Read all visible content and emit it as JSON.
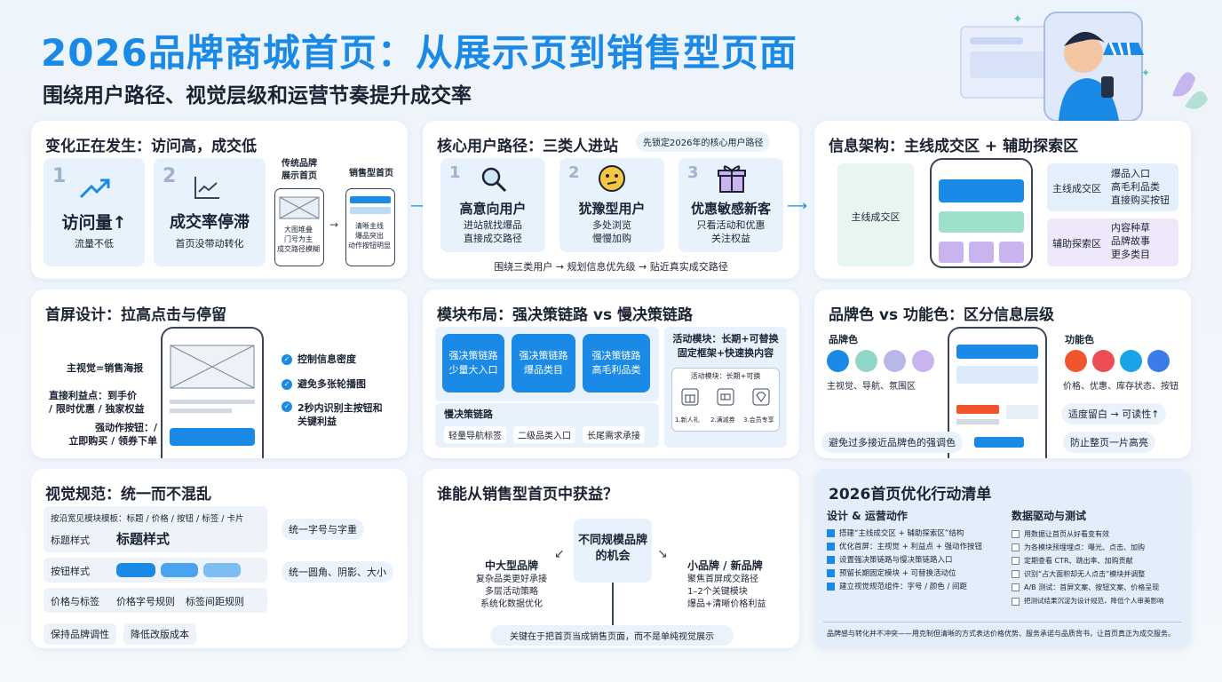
{
  "header": {
    "title": "2026品牌商城首页：从展示页到销售型页面",
    "subtitle": "围绕用户路径、视觉层级和运营节奏提升成交率"
  },
  "card1": {
    "title": "变化正在发生：访问高，成交低",
    "stat1": {
      "num": "1",
      "main": "访问量↑",
      "sub": "流量不低"
    },
    "stat2": {
      "num": "2",
      "main": "成交率停滞",
      "sub": "首页没带动转化"
    },
    "old": {
      "label": "传统品牌\n展示首页",
      "text": "大图堆叠\n门号为主\n成交路径模糊"
    },
    "new": {
      "label": "销售型首页",
      "text": "清晰主线\n爆品突出\n动作按钮明显"
    }
  },
  "card2": {
    "title": "核心用户路径：三类人进站",
    "tag": "先锁定2026年的核心用户路径",
    "users": [
      {
        "num": "1",
        "name": "高意向用户",
        "desc": "进站就找爆品\n直接成交路径"
      },
      {
        "num": "2",
        "name": "犹豫型用户",
        "desc": "多处浏览\n慢慢加购"
      },
      {
        "num": "3",
        "name": "优惠敏感新客",
        "desc": "只看活动和优惠\n关注权益"
      }
    ],
    "footer": "围绕三类用户 → 规划信息优先级 → 贴近真实成交路径"
  },
  "card3": {
    "title": "信息架构：主线成交区 + 辅助探索区",
    "main_zone": "主线成交区",
    "zone1": {
      "label": "主线成交区",
      "items": "爆品入口\n高毛利品类\n直接购买按钮"
    },
    "zone2": {
      "label": "辅助探索区",
      "items": "内容种草\n品牌故事\n更多类目"
    }
  },
  "card4": {
    "title": "首屏设计：拉高点击与停留",
    "labels": [
      "主视觉=销售海报",
      "直接利益点：到手价\n/ 限时优惠 / 独家权益",
      "强动作按钮：/\n立即购买 / 领券下单"
    ],
    "checks": [
      "控制信息密度",
      "避免多张轮播图",
      "2秒内识别主按钮和\n关键利益"
    ]
  },
  "card5": {
    "title": "模块布局：强决策链路 vs 慢决策链路",
    "strong": [
      "强决策链路\n少量大入口",
      "强决策链路\n爆品类目",
      "强决策链路\n高毛利品类"
    ],
    "activity": {
      "title": "活动模块：长期+可替换\n固定框架+快速换内容",
      "box_title": "活动模块：长期+可换",
      "icons": [
        "1.新人礼",
        "2.满减券",
        "3.会员专享"
      ]
    },
    "slow": {
      "title": "慢决策链路",
      "items": [
        "轻量导航标签",
        "二级品类入口",
        "长尾需求承接"
      ]
    }
  },
  "card6": {
    "title": "品牌色 vs 功能色：区分信息层级",
    "brand_label": "品牌色",
    "brand_desc": "主视觉、导航、氛围区",
    "func_label": "功能色",
    "func_desc": "价格、优惠、库存状态、按钮",
    "note1": "适度留白 → 可读性↑",
    "note2": "避免过多接近品牌色的强调色",
    "note3": "防止整页一片高亮",
    "brand_colors": [
      "#1a8ae6",
      "#8fd8c8",
      "#b8b8e8",
      "#c9b4f0"
    ],
    "func_colors": [
      "#f2552c",
      "#ee4d55",
      "#1aa3e8",
      "#3b7ce8"
    ]
  },
  "card7": {
    "title": "视觉规范：统一而不混乱",
    "row1a": "按沿宽见模块模板：标题 / 价格 / 按钮 / 标签 / 卡片",
    "row1b_label": "标题样式",
    "row1b_big": "标题样式",
    "row1_note": "统一字号与字重",
    "row2_label": "按钮样式",
    "row2_note": "统一圆角、阴影、大小",
    "row3": [
      "价格与标签",
      "价格字号规则",
      "标签间距规则"
    ],
    "row4": [
      "保持品牌调性",
      "降低改版成本"
    ]
  },
  "card8": {
    "title": "谁能从销售型首页中获益？",
    "center": "不同规模品牌\n的机会",
    "left_title": "中大型品牌",
    "left_desc": "复杂品类更好承接\n多层活动策略\n系统化数据优化",
    "right_title": "小品牌 / 新品牌",
    "right_desc": "聚焦首屏成交路径\n1–2个关键模块\n爆品+清晰价格利益",
    "footer": "关键在于把首页当成销售页面，而不是单纯视觉展示"
  },
  "card9": {
    "title": "2026首页优化行动清单",
    "col1_title": "设计 & 运营动作",
    "col1": [
      "搭建“主线成交区 + 辅助探索区”结构",
      "优化首屏：主视觉 + 利益点 + 强动作按钮",
      "设置强决策链路与慢决策链路入口",
      "预留长期固定模块 + 可替换活动位",
      "建立视觉规范组件：字号 / 颜色 / 间距"
    ],
    "col2_title": "数据驱动与测试",
    "col2": [
      "用数据让首页从好看变有效",
      "为各模块预埋埋点：曝光、点击、加购",
      "定期查看 CTR、跳出率、加购贡献",
      "识别“占大面积却无人点击”模块并调整",
      "A/B 测试：首屏文案、按钮文案、价格呈现",
      "把测试结果沉淀为设计规范，降低个人审美影响"
    ],
    "footer": "品牌感与转化并不冲突——用克制但清晰的方式表达价格优势、服务承诺与品质背书，让首页真正为成交服务。"
  }
}
